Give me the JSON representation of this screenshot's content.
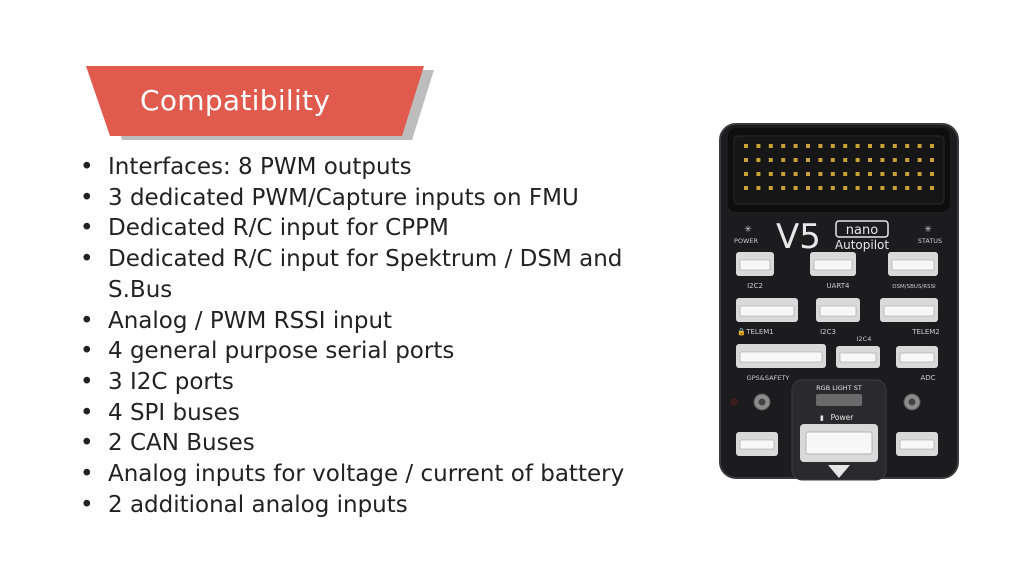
{
  "slide": {
    "title": "Compatibility",
    "accent_color": "#e05a4e",
    "shadow_color": "#bdbdbd",
    "features": [
      "Interfaces: 8 PWM outputs",
      "3 dedicated PWM/Capture inputs on FMU",
      "Dedicated R/C input for CPPM",
      "Dedicated R/C input for Spektrum / DSM and S.Bus",
      "Analog / PWM RSSI input",
      "4 general purpose serial ports",
      "3 I2C ports",
      "4 SPI buses",
      "2 CAN Buses",
      "Analog inputs for voltage / current of battery",
      "2 additional analog inputs"
    ]
  },
  "board": {
    "model": "V5",
    "badge": "nano",
    "subtitle": "Autopilot",
    "power_label": "POWER",
    "status_label": "STATUS",
    "rgb_label": "RGB LIGHT ST",
    "power_port_label": "Power",
    "ports": {
      "i2c2": "I2C2",
      "uart4": "UART4",
      "dsm": "DSM/SBUS/RSSI",
      "telem1": "TELEM1",
      "i2c3": "I2C3",
      "telem2": "TELEM2",
      "i2c4": "I2C4",
      "gps": "GPS&SAFETY",
      "adc": "ADC"
    }
  }
}
